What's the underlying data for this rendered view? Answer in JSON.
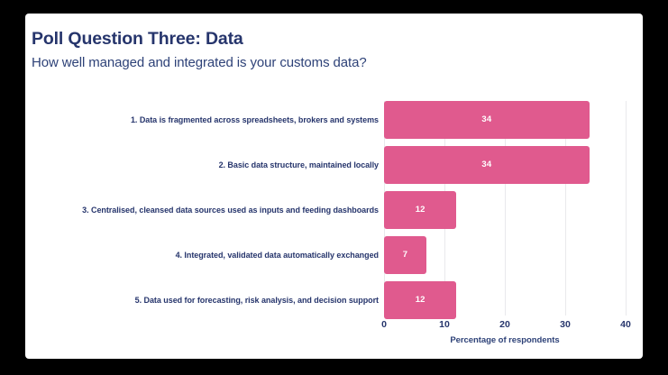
{
  "slide": {
    "title": "Poll Question Three: Data",
    "subtitle": "How well managed and integrated is your customs data?"
  },
  "colors": {
    "bar": "#e05a8e",
    "navy": "#26356c",
    "subtitle_navy": "#2e4278",
    "card_background": "#ffffff",
    "page_background": "#000000",
    "gridline": "#e9e9ec",
    "value_label": "#ffffff"
  },
  "chart_data": {
    "type": "bar",
    "orientation": "horizontal",
    "title": "Poll Question Three: Data",
    "subtitle": "How well managed and integrated is your customs data?",
    "categories": [
      "1. Data is fragmented across spreadsheets, brokers and systems",
      "2. Basic data structure, maintained locally",
      "3. Centralised, cleansed data sources used as inputs and feeding dashboards",
      "4. Integrated, validated data automatically exchanged",
      "5. Data used for forecasting, risk analysis, and decision support"
    ],
    "values": [
      34,
      34,
      12,
      7,
      12
    ],
    "value_labels": [
      "34",
      "34",
      "12",
      "7",
      "12"
    ],
    "xlabel": "Percentage of respondents",
    "ylabel": "",
    "xlim": [
      0,
      40
    ],
    "xticks": [
      0,
      10,
      20,
      30,
      40
    ],
    "xtick_labels": [
      "0",
      "10",
      "20",
      "30",
      "40"
    ],
    "grid": "vertical",
    "legend": "none",
    "bar_color": "#e05a8e"
  }
}
